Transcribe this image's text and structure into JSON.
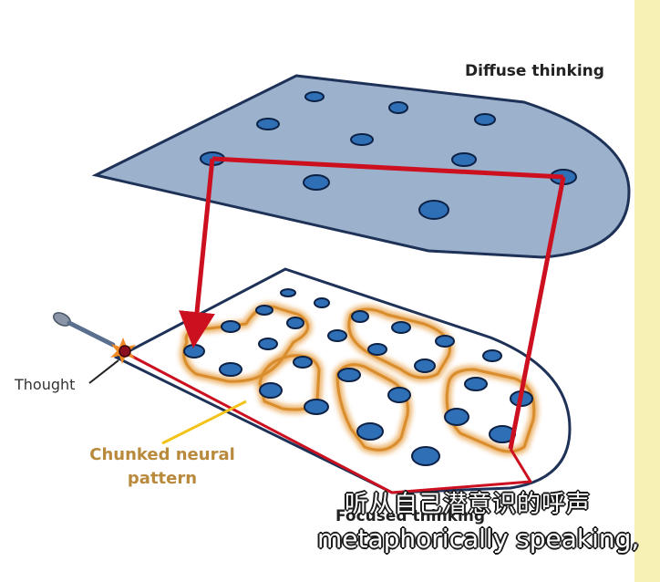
{
  "labels": {
    "diffuse": "Diffuse thinking",
    "focused": "Focused thinking",
    "thought": "Thought",
    "chunked": "Chunked neural pattern"
  },
  "subtitles": {
    "chinese": "听从自己潜意识的呼声",
    "english": "metaphorically speaking,"
  },
  "colors": {
    "diffuse_plane": "#9bb1cc",
    "plane_outline": "#1e3157",
    "focused_plane": "#ffffff",
    "node": "#2f6fb6",
    "node_outline": "#0d2145",
    "path": "#cc1020",
    "chunk_glow": "#e8a24a",
    "chunk_label": "#b98a3c",
    "side_strip": "#f7f1b5"
  }
}
